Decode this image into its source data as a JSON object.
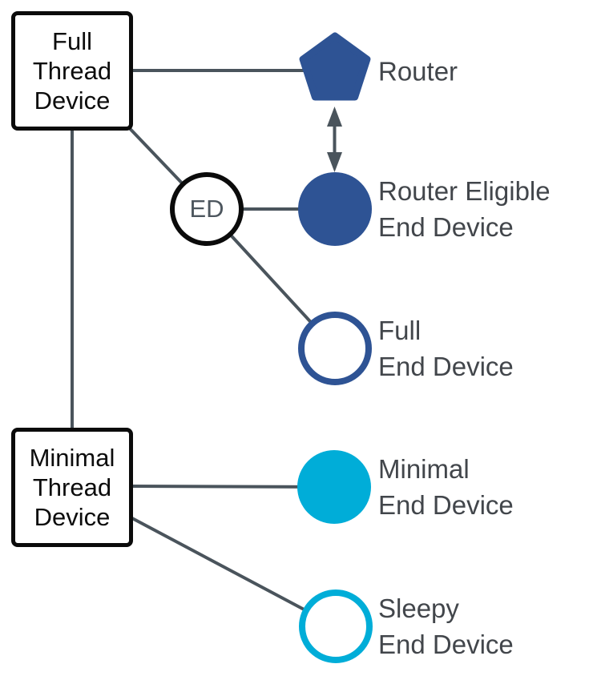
{
  "colors": {
    "dark_blue": "#2E5394",
    "cyan": "#00ADD8",
    "line_gray": "#4A545C",
    "box_border": "#0B0B0B",
    "label_gray": "#42464B"
  },
  "boxes": {
    "full_thread_device": {
      "lines": [
        "Full",
        "Thread",
        "Device"
      ]
    },
    "minimal_thread_device": {
      "lines": [
        "Minimal",
        "Thread",
        "Device"
      ]
    }
  },
  "nodes": {
    "router": {
      "label": "Router",
      "shape": "pentagon",
      "style": "filled"
    },
    "router_eligible_end_device": {
      "label_lines": [
        "Router Eligible",
        "End Device"
      ],
      "shape": "circle",
      "style": "filled"
    },
    "full_end_device": {
      "label_lines": [
        "Full",
        "End Device"
      ],
      "shape": "circle",
      "style": "outline"
    },
    "minimal_end_device": {
      "label_lines": [
        "Minimal",
        "End Device"
      ],
      "shape": "circle",
      "style": "filled"
    },
    "sleepy_end_device": {
      "label_lines": [
        "Sleepy",
        "End Device"
      ],
      "shape": "circle",
      "style": "outline"
    },
    "end_device_junction": {
      "label": "ED",
      "shape": "circle",
      "style": "outline"
    }
  }
}
